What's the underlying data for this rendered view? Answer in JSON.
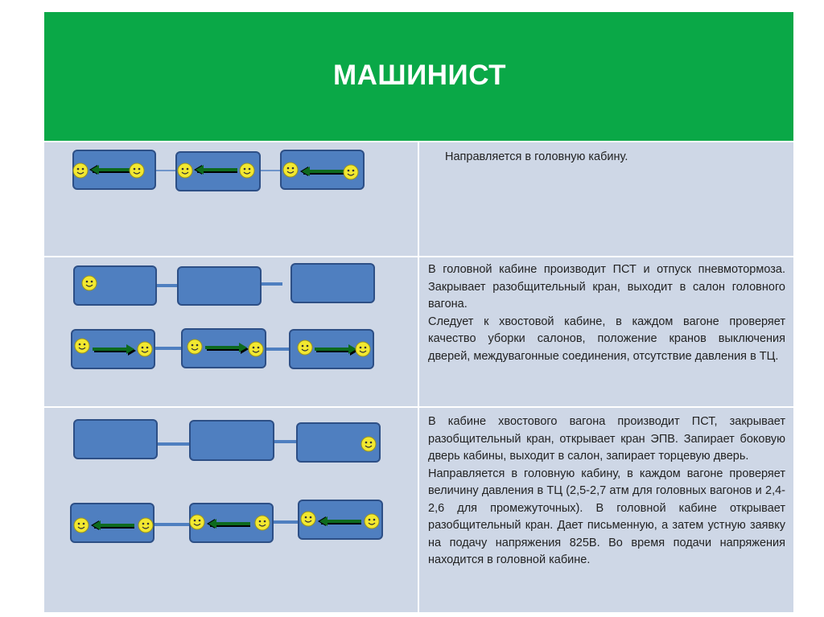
{
  "title": "МАШИНИСТ",
  "rows": [
    {
      "id": "row-1",
      "paragraphs": [
        "Направляется в головную кабину."
      ],
      "top_train": null,
      "bottom_train": {
        "arrows": "left",
        "smileys": [
          [
            true,
            true
          ],
          [
            true,
            true
          ],
          [
            true,
            true
          ]
        ]
      }
    },
    {
      "id": "row-2",
      "paragraphs": [
        "В головной кабине   производит ПСТ и отпуск пневмотормоза. Закрывает разобщительный кран, выходит в салон головного вагона.",
        "Следует к хвостовой кабине, в каждом вагоне проверяет качество уборки салонов, положение кранов выключения дверей, междувагонные соединения, отсутствие давления в ТЦ."
      ],
      "top_train": {
        "arrows": "none",
        "smileys": [
          [
            true,
            false
          ],
          [
            false,
            false
          ],
          [
            false,
            false
          ]
        ]
      },
      "bottom_train": {
        "arrows": "right",
        "smileys": [
          [
            true,
            true
          ],
          [
            true,
            true
          ],
          [
            true,
            true
          ]
        ]
      }
    },
    {
      "id": "row-3",
      "paragraphs": [
        " В кабине хвостового вагона производит ПСТ, закрывает разобщительный кран, открывает кран ЭПВ. Запирает боковую дверь кабины, выходит в салон, запирает торцевую дверь.",
        "Направляется в головную кабину, в каждом  вагоне проверяет величину давления в ТЦ (2,5-2,7 атм для головных вагонов и 2,4-2,6  для промежуточных). В головной кабине открывает разобщительный кран. Дает письменную, а затем устную заявку на подачу напряжения 825В. Во время подачи напряжения находится в головной кабине."
      ],
      "top_train": {
        "arrows": "none",
        "smileys": [
          [
            false,
            false
          ],
          [
            false,
            false
          ],
          [
            false,
            true
          ]
        ]
      },
      "bottom_train": {
        "arrows": "left",
        "smileys": [
          [
            true,
            true
          ],
          [
            true,
            true
          ],
          [
            true,
            true
          ]
        ]
      }
    }
  ],
  "colors": {
    "header": "#0aa847",
    "row_bg": "#ced7e6",
    "car_fill": "#4f7fc0",
    "car_stroke": "#2d4f86",
    "coupler": "#4f7fc0",
    "smiley": "#f2e830",
    "arrow_body": "#0e6a1e",
    "arrow_shadow": "#000000"
  }
}
